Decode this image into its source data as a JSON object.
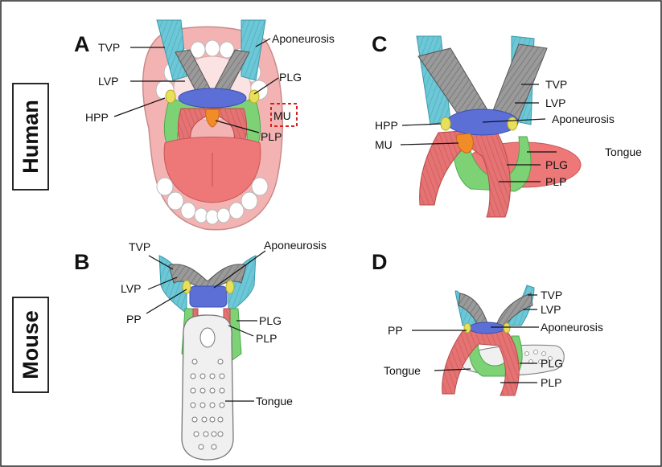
{
  "panels": {
    "A": {
      "letter": "A",
      "labels": {
        "tvp": "TVP",
        "aponeurosis": "Aponeurosis",
        "lvp": "LVP",
        "plg": "PLG",
        "hpp": "HPP",
        "mu": "MU",
        "plp": "PLP"
      }
    },
    "B": {
      "letter": "B",
      "labels": {
        "tvp": "TVP",
        "aponeurosis": "Aponeurosis",
        "lvp": "LVP",
        "pp": "PP",
        "plg": "PLG",
        "plp": "PLP",
        "tongue": "Tongue"
      }
    },
    "C": {
      "letter": "C",
      "labels": {
        "tvp": "TVP",
        "lvp": "LVP",
        "hpp": "HPP",
        "aponeurosis": "Aponeurosis",
        "mu": "MU",
        "tongue": "Tongue",
        "plg": "PLG",
        "plp": "PLP"
      }
    },
    "D": {
      "letter": "D",
      "labels": {
        "tvp": "TVP",
        "lvp": "LVP",
        "pp": "PP",
        "aponeurosis": "Aponeurosis",
        "tongue": "Tongue",
        "plg": "PLG",
        "plp": "PLP"
      }
    }
  },
  "side_labels": {
    "human": "Human",
    "mouse": "Mouse"
  },
  "colors": {
    "tvp": "#6cc7d6",
    "lvp": "#8c8c8c",
    "aponeurosis": "#5b6fd6",
    "plg": "#7ed276",
    "plp": "#e57373",
    "mu": "#f28c28",
    "hpp": "#e8e05a",
    "tongue": "#ee7777",
    "gums": "#f3b3b3",
    "mu_box": "#d62020",
    "mouse_tongue": "#f0f0f0"
  }
}
